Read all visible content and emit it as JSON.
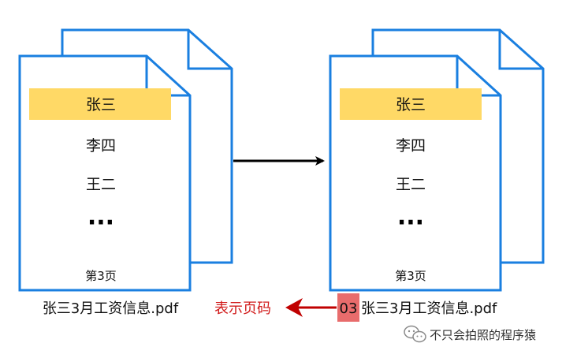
{
  "diagram": {
    "left_doc": {
      "rows": [
        "张三",
        "李四",
        "王二"
      ],
      "ellipsis": "···",
      "page_label": "第3页",
      "filename": "张三3月工资信息.pdf"
    },
    "right_doc": {
      "rows": [
        "张三",
        "李四",
        "王二"
      ],
      "ellipsis": "···",
      "page_label": "第3页",
      "filename_prefix": "03",
      "filename": "张三3月工资信息.pdf"
    },
    "annotation": "表示页码",
    "watermark": "不只会拍照的程序猿",
    "colors": {
      "page_border": "#1a7fe0",
      "highlight": "#ffd966",
      "prefix_highlight": "#e86c6c",
      "annotation_text": "#d11a1a",
      "annotation_arrow": "#c00000",
      "main_arrow": "#000000"
    }
  }
}
